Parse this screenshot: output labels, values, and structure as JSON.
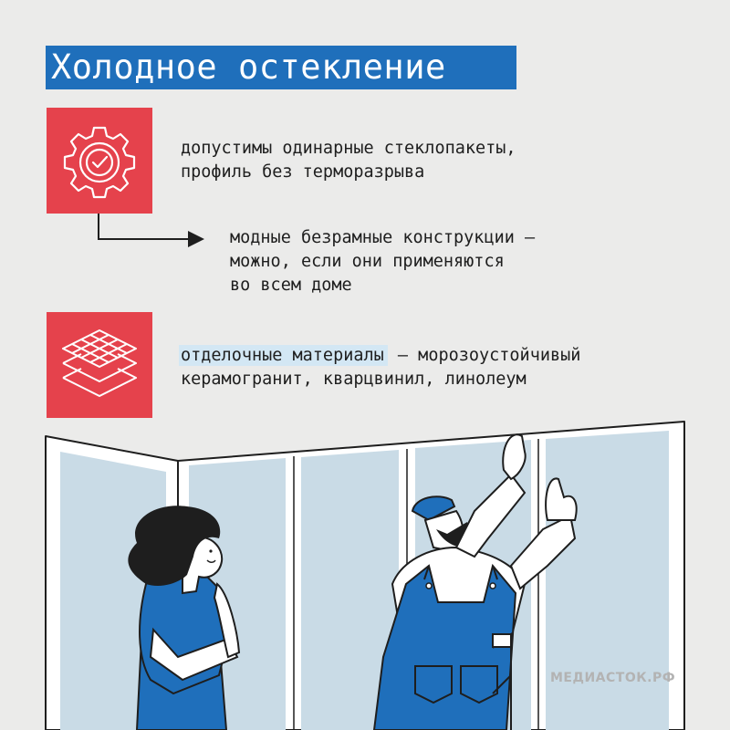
{
  "title": "Холодное остекление",
  "items": [
    {
      "icon": "gear-check-icon",
      "lines": [
        "допустимы одинарные стеклопакеты,",
        "профиль без терморазрыва"
      ]
    },
    {
      "icon": "arrow-right-icon",
      "lines": [
        "модные безрамные конструкции –",
        "можно, если они применяются",
        "во всем доме"
      ]
    },
    {
      "icon": "layers-grid-icon",
      "highlight": "отделочные материалы",
      "rest": " – морозоустойчивый",
      "line2": "керамогранит, кварцвинил, линолеум"
    }
  ],
  "watermark": "МЕДИАСТОК.РФ",
  "colors": {
    "accent_blue": "#1f6fbb",
    "accent_red": "#e5424c",
    "highlight": "#d3e7f4",
    "background": "#ebebea",
    "glass": "#c9dbe6"
  }
}
